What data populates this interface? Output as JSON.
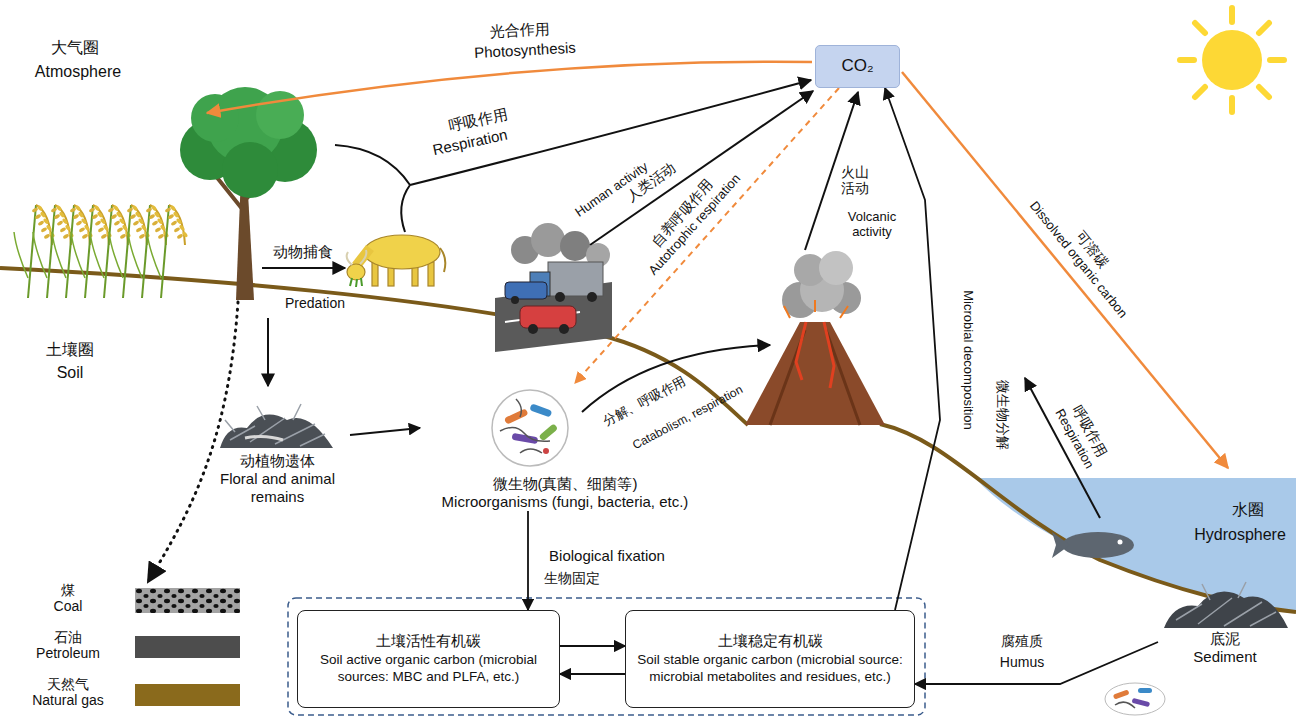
{
  "diagram": {
    "nodes": [
      {
        "text": [
          "CO₂"
        ]
      },
      {
        "text": [
          "动植物遗体",
          "Floral and animal remains"
        ]
      },
      {
        "text": [
          "微生物(真菌、细菌等)",
          "Microorganisms (fungi, bacteria, etc.)"
        ]
      },
      {
        "text": [
          "底泥",
          "Sediment"
        ]
      },
      {
        "text": [
          "土壤活性有机碳",
          "Soil active organic carbon (microbial sources: MBC and PLFA, etc.)"
        ]
      },
      {
        "text": [
          "土壤稳定有机碳",
          "Soil stable organic carbon (microbial source: microbial metabolites and residues, etc.)"
        ]
      }
    ],
    "edges": [
      {
        "from": 1,
        "to": 2,
        "arrow": "to"
      },
      {
        "from": 2,
        "to": 4,
        "label": "Biological fixation",
        "arrow": "to"
      },
      {
        "from": 4,
        "to": 5,
        "arrow": "to"
      },
      {
        "from": 5,
        "to": 4,
        "arrow": "to"
      },
      {
        "from": 5,
        "to": 0,
        "label": "Microbial decomposition",
        "arrow": "to"
      },
      {
        "from": 0,
        "to": 2,
        "label": "Autotrophic respiration",
        "arrow": "to"
      },
      {
        "from": 3,
        "to": 5,
        "label": "Humus",
        "arrow": "to"
      }
    ],
    "labels": [
      "大气圈",
      "Atmosphere",
      "光合作用",
      "Photosynthesis",
      "呼吸作用",
      "Respiration",
      "人类活动",
      "Human activity",
      "自养呼吸作用",
      "火山活动",
      "Volcanic activity",
      "可溶碳",
      "Dissolved organic carbon",
      "微生物分解",
      "呼吸作用",
      "Respiration",
      "动物捕食",
      "Predation",
      "土壤圈",
      "Soil",
      "分解、呼吸作用",
      "Catabolism, respiration",
      "生物固定",
      "水圈",
      "Hydrosphere",
      "腐殖质"
    ],
    "legend": [
      {
        "text": "煤 Coal"
      },
      {
        "text": "石油 Petroleum",
        "color": "#4d4d4d"
      },
      {
        "text": "天然气 Natural gas",
        "color": "#8a6a1c"
      }
    ]
  }
}
